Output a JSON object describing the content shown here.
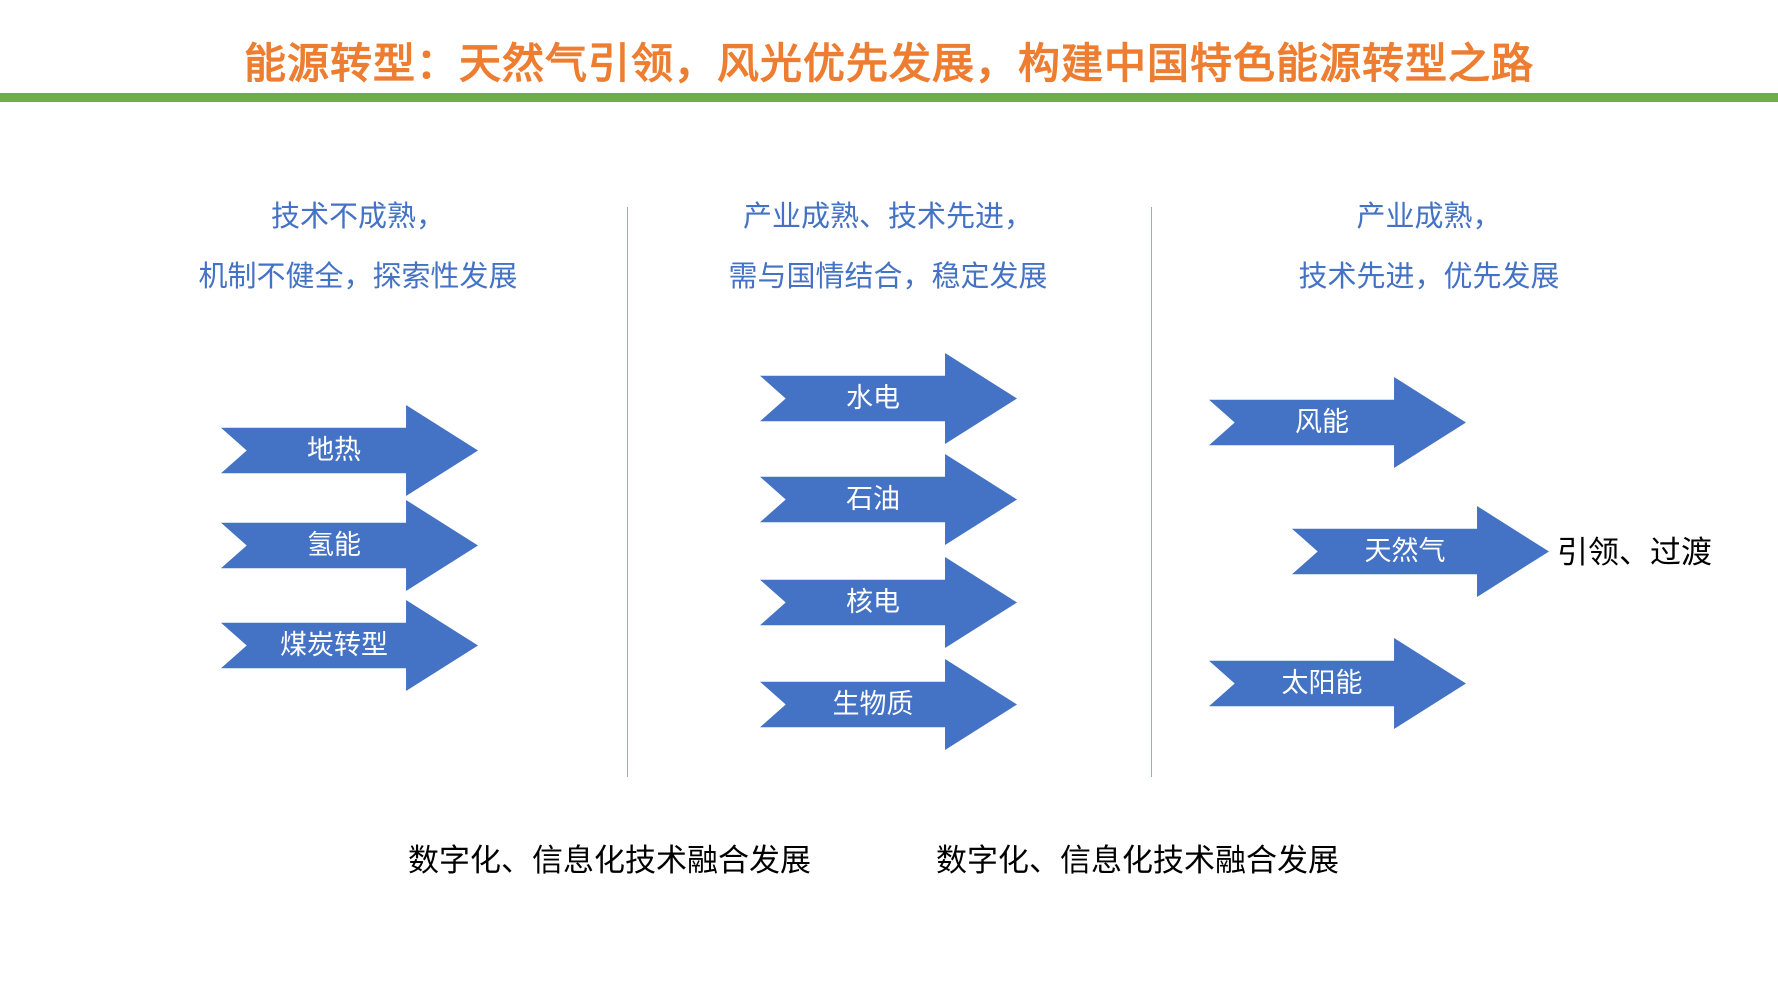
{
  "title": "能源转型：天然气引领，风光优先发展，构建中国特色能源转型之路",
  "colors": {
    "title": "#ed7d31",
    "bar": "#70ad47",
    "accent": "#4472c4"
  },
  "columns": [
    {
      "line1": "技术不成熟，",
      "line2": "机制不健全，探索性发展",
      "items": [
        "地热",
        "氢能",
        "煤炭转型"
      ]
    },
    {
      "line1": "产业成熟、技术先进，",
      "line2": "需与国情结合，稳定发展",
      "items": [
        "水电",
        "石油",
        "核电",
        "生物质"
      ]
    },
    {
      "line1": "产业成熟，",
      "line2": "技术先进，优先发展",
      "items": [
        "风能",
        "天然气",
        "太阳能"
      ]
    }
  ],
  "side_note": "引领、过渡",
  "bottom": [
    "数字化、信息化技术融合发展",
    "数字化、信息化技术融合发展"
  ]
}
